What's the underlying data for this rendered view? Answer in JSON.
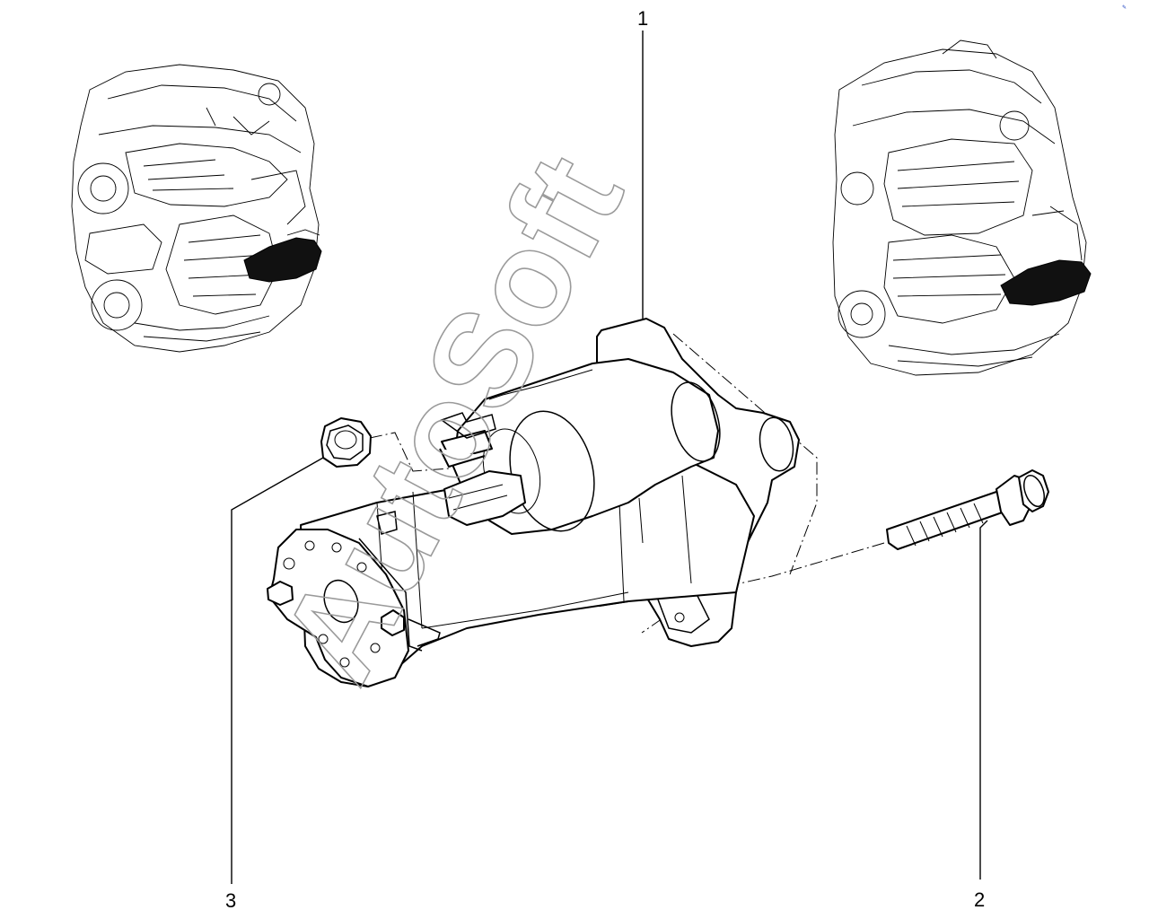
{
  "diagram": {
    "callouts": [
      {
        "id": "1",
        "label": "1"
      },
      {
        "id": "2",
        "label": "2"
      },
      {
        "id": "3",
        "label": "3"
      }
    ],
    "watermark": "AutoSoft"
  }
}
